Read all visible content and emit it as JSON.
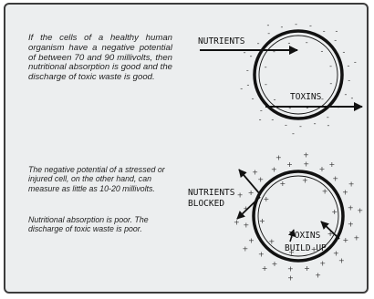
{
  "text": {
    "healthy": "If the cells of a healthy human organism have a negative potential of between 70 and 90 millivolts, then nutritional absorption is good and the discharge of toxic waste is good.",
    "stressed": "The negative potential of a stressed or injured cell, on the other hand, can measure as little as 10-20 millivolts.",
    "poor": "Nutritional absorption is poor. The discharge of toxic waste is poor."
  },
  "diagram_healthy": {
    "nutrients_label": "NUTRIENTS",
    "toxins_label": "TOXINS",
    "charge_symbol": "-"
  },
  "diagram_stressed": {
    "nutrients_label_line1": "NUTRIENTS",
    "nutrients_label_line2": "BLOCKED",
    "toxins_label_line1": "TOXINS",
    "toxins_label_line2": "BUILD UP",
    "charge_symbol": "+"
  }
}
